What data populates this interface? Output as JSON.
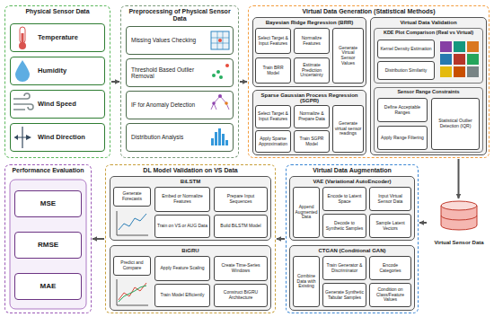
{
  "diagram": {
    "nodes": [
      {
        "text": [
          "Physical Sensor Data"
        ]
      },
      {
        "text": [
          "Temperature"
        ],
        "in": 0
      },
      {
        "text": [
          "Humidity"
        ],
        "in": 0
      },
      {
        "text": [
          "Wind Speed"
        ],
        "in": 0
      },
      {
        "text": [
          "Wind Direction"
        ],
        "in": 0
      },
      {
        "text": [
          "Preprocessing of Physical Sensor Data"
        ]
      },
      {
        "text": [
          "Missing Values Checking"
        ],
        "in": 5
      },
      {
        "text": [
          "Threshold Based Outlier Removal"
        ],
        "in": 5
      },
      {
        "text": [
          "IF for Anomaly Detection"
        ],
        "in": 5
      },
      {
        "text": [
          "Distribution Analysis"
        ],
        "in": 5
      },
      {
        "text": [
          "Virtual Data Generation (Statistical Methods)"
        ]
      },
      {
        "text": [
          "Bayesian Ridge Regression (BRR)"
        ],
        "in": 10
      },
      {
        "text": [
          "Select Target & Input Features"
        ],
        "in": 11
      },
      {
        "text": [
          "Normalize Features"
        ],
        "in": 11
      },
      {
        "text": [
          "Generate Virtual Sensor Values"
        ],
        "in": 11
      },
      {
        "text": [
          "Train BRR Model"
        ],
        "in": 11
      },
      {
        "text": [
          "Estimate Prediction Uncertainty"
        ],
        "in": 11
      },
      {
        "text": [
          "Sparse Gaussian Process Regression (SGPR)"
        ],
        "in": 10
      },
      {
        "text": [
          "Select Target & Input Features"
        ],
        "in": 17
      },
      {
        "text": [
          "Normalize & Prepare Data"
        ],
        "in": 17
      },
      {
        "text": [
          "Generate virtual sensor readings"
        ],
        "in": 17
      },
      {
        "text": [
          "Apply Sparse Approximation"
        ],
        "in": 17
      },
      {
        "text": [
          "Train SGPR Model"
        ],
        "in": 17
      },
      {
        "text": [
          "Virtual Data Validation"
        ],
        "in": 10
      },
      {
        "text": [
          "KDE Plot Comparison (Real vs Virtual)"
        ],
        "in": 23
      },
      {
        "text": [
          "Kernel Density Estimation"
        ],
        "in": 24
      },
      {
        "text": [
          "Distribution Similarity"
        ],
        "in": 24
      },
      {
        "text": [
          "Sensor Range Constraints"
        ],
        "in": 23
      },
      {
        "text": [
          "Define Acceptable Ranges"
        ],
        "in": 27
      },
      {
        "text": [
          "Apply Range Filtering"
        ],
        "in": 27
      },
      {
        "text": [
          "Statistical Outlier Detection (IQR)"
        ],
        "in": 27
      },
      {
        "text": [
          "Virtual Sensor Data"
        ]
      },
      {
        "text": [
          "Performance Evaluation"
        ]
      },
      {
        "text": [
          "MSE"
        ],
        "in": 32
      },
      {
        "text": [
          "RMSE"
        ],
        "in": 32
      },
      {
        "text": [
          "MAE"
        ],
        "in": 32
      },
      {
        "text": [
          "DL Model Validation on VS Data"
        ]
      },
      {
        "text": [
          "BiLSTM"
        ],
        "in": 36
      },
      {
        "text": [
          "Generate Forecasts"
        ],
        "in": 37
      },
      {
        "text": [
          "Embed or Normalize Features"
        ],
        "in": 37
      },
      {
        "text": [
          "Prepare Input Sequences"
        ],
        "in": 37
      },
      {
        "text": [
          "Train on VS or AUG Data"
        ],
        "in": 37
      },
      {
        "text": [
          "Build BiLSTM Model"
        ],
        "in": 37
      },
      {
        "text": [
          "BiGRU"
        ],
        "in": 36
      },
      {
        "text": [
          "Predict and Compare"
        ],
        "in": 43
      },
      {
        "text": [
          "Apply Feature Scaling"
        ],
        "in": 43
      },
      {
        "text": [
          "Create Time-Series Windows"
        ],
        "in": 43
      },
      {
        "text": [
          "Train Model Efficiently"
        ],
        "in": 43
      },
      {
        "text": [
          "Construct BiGRU Architecture"
        ],
        "in": 43
      },
      {
        "text": [
          "Virtual Data Augmentation"
        ]
      },
      {
        "text": [
          "VAE (Variational AutoEncoder)"
        ],
        "in": 49
      },
      {
        "text": [
          "Append Augmented Data"
        ],
        "in": 50
      },
      {
        "text": [
          "Encode to Latent Space"
        ],
        "in": 50
      },
      {
        "text": [
          "Input Virtual Sensor Data"
        ],
        "in": 50
      },
      {
        "text": [
          "Decode to Synthetic Samples"
        ],
        "in": 50
      },
      {
        "text": [
          "Sample Latent Vectors"
        ],
        "in": 50
      },
      {
        "text": [
          "CTGAN (Conditional GAN)"
        ],
        "in": 49
      },
      {
        "text": [
          "Combine Data with Existing"
        ],
        "in": 56
      },
      {
        "text": [
          "Train Generator & Discriminator"
        ],
        "in": 56
      },
      {
        "text": [
          "Encode Categories"
        ],
        "in": 56
      },
      {
        "text": [
          "Generate Synthetic Tabular Samples"
        ],
        "in": 56
      },
      {
        "text": [
          "Condition on Class/Feature Values"
        ],
        "in": 56
      }
    ],
    "edges": [
      {
        "from": 0,
        "to": 5,
        "arrow": "to"
      },
      {
        "from": 5,
        "to": 10,
        "arrow": "to"
      },
      {
        "from": 10,
        "to": 31,
        "arrow": "to"
      },
      {
        "from": 31,
        "to": 49,
        "arrow": "to"
      },
      {
        "from": 49,
        "to": 36,
        "arrow": "to"
      },
      {
        "from": 36,
        "to": 32,
        "arrow": "to"
      }
    ]
  }
}
